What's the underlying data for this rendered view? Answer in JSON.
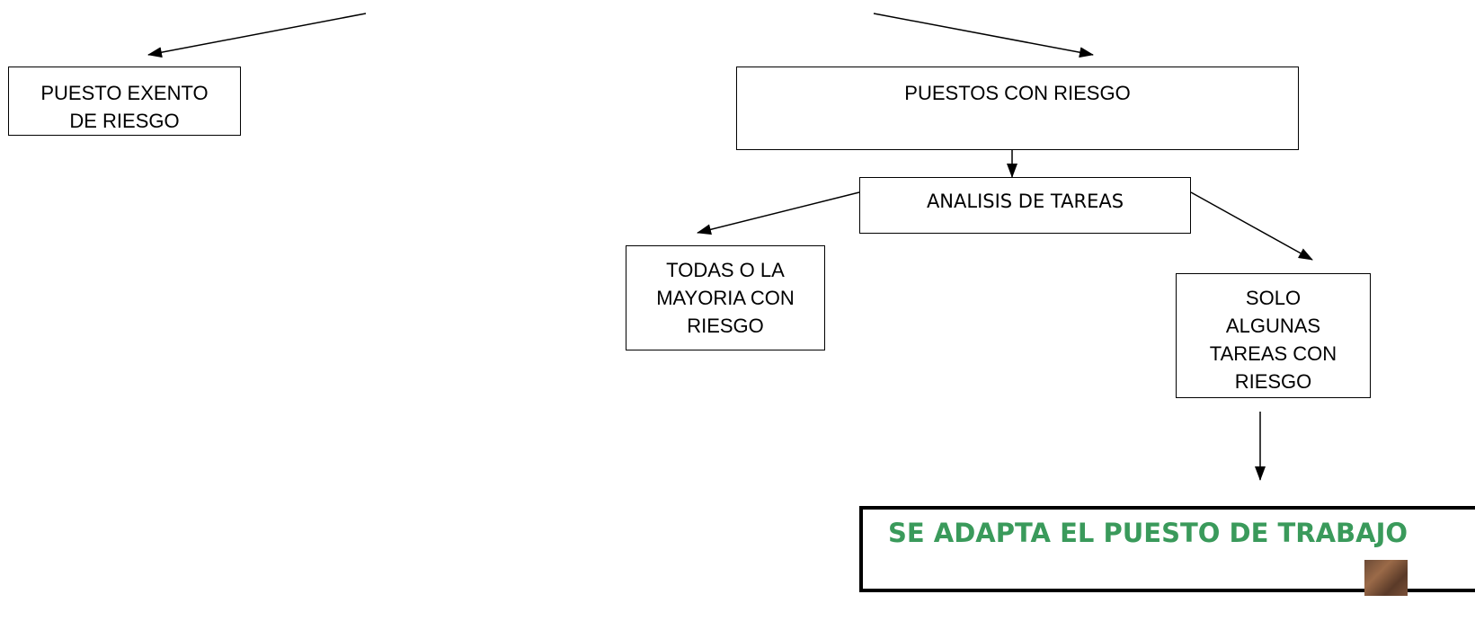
{
  "boxes": {
    "puesto_exento": "PUESTO EXENTO\nDE RIESGO",
    "puestos_con_riesgo": "PUESTOS  CON RIESGO",
    "analisis_de_tareas": "ANALISIS DE TAREAS",
    "todas_o_la_mayoria": "TODAS O LA\nMAYORIA CON\nRIESGO",
    "solo_algunas_tareas": "SOLO\nALGUNAS\nTAREAS CON\nRIESGO",
    "se_adapta": "SE ADAPTA EL PUESTO DE TRABAJO"
  },
  "colors": {
    "line": "#000000",
    "highlight_text": "#3a9a5b"
  }
}
